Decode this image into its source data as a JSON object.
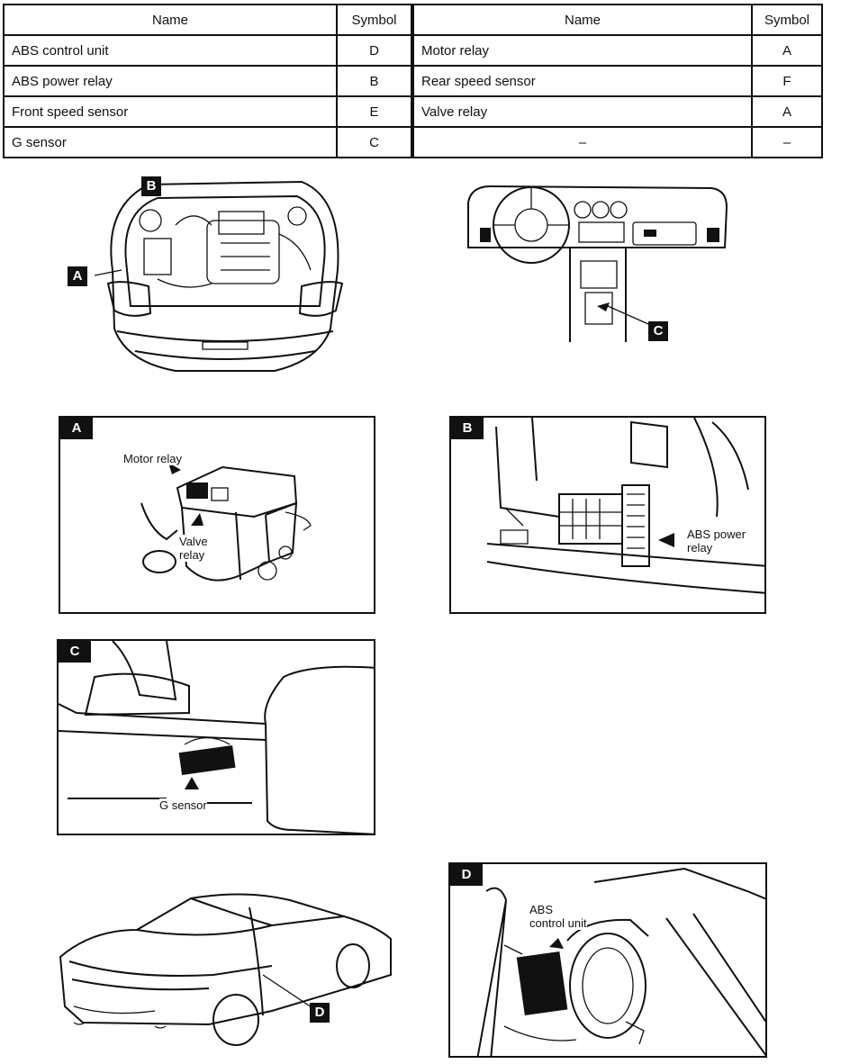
{
  "table": {
    "headers": {
      "name": "Name",
      "symbol": "Symbol"
    },
    "left_rows": [
      {
        "name": "ABS control unit",
        "symbol": "D"
      },
      {
        "name": "ABS power relay",
        "symbol": "B"
      },
      {
        "name": "Front speed sensor",
        "symbol": "E"
      },
      {
        "name": "G sensor",
        "symbol": "C"
      }
    ],
    "right_rows": [
      {
        "name": "Motor relay",
        "symbol": "A"
      },
      {
        "name": "Rear speed sensor",
        "symbol": "F"
      },
      {
        "name": "Valve relay",
        "symbol": "A"
      },
      {
        "name": "–",
        "symbol": "–"
      }
    ]
  },
  "overview": {
    "engine_tags": {
      "b": "B",
      "a": "A"
    },
    "dash_tag": "C",
    "car_tag": "D"
  },
  "panels": {
    "a": {
      "tag": "A",
      "label_motor": "Motor relay",
      "label_valve": "Valve\nrelay"
    },
    "b": {
      "tag": "B",
      "label": "ABS power\nrelay"
    },
    "c": {
      "tag": "C",
      "label": "G sensor"
    },
    "d": {
      "tag": "D",
      "label": "ABS\ncontrol unit"
    }
  }
}
